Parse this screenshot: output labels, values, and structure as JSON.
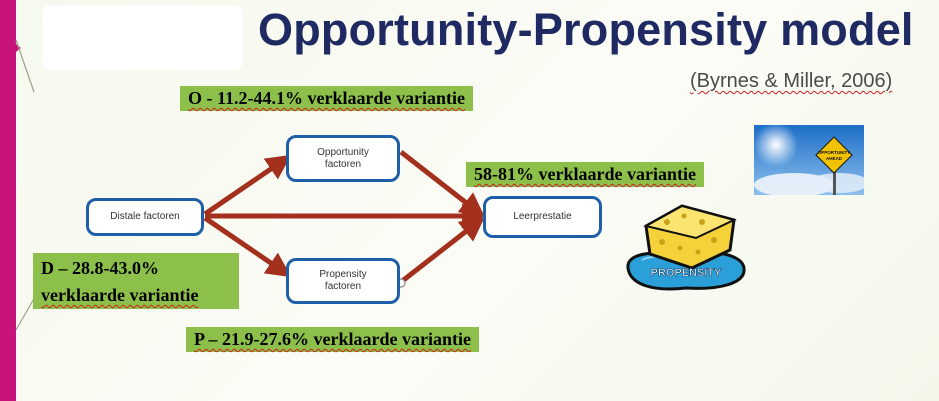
{
  "title": "Opportunity-Propensity model",
  "citation": "(Byrnes & Miller, 2006)",
  "labels": {
    "o_variance": "O - 11.2-44.1% verklaarde variantie",
    "outcome_variance": "58-81% verklaarde variantie",
    "d_variance_line1": "D – 28.8-43.0%",
    "d_variance_line2": "verklaarde variantie",
    "p_variance": "P – 21.9-27.6% verklaarde variantie"
  },
  "nodes": {
    "distal": "Distale factoren",
    "opportunity_line1": "Opportunity",
    "opportunity_line2": "factoren",
    "propensity_line1": "Propensity",
    "propensity_line2": "factoren",
    "outcome": "Leerprestatie"
  },
  "images": {
    "sign_text_line1": "OPPORTUNITY",
    "sign_text_line2": "AHEAD",
    "sponge_text": "PROPENSITY"
  },
  "colors": {
    "title": "#1f2a63",
    "arrow": "#a3301d",
    "node_border": "#1f5fa8",
    "label_bg": "#8cc04a",
    "accent_bar": "#c8137b"
  }
}
